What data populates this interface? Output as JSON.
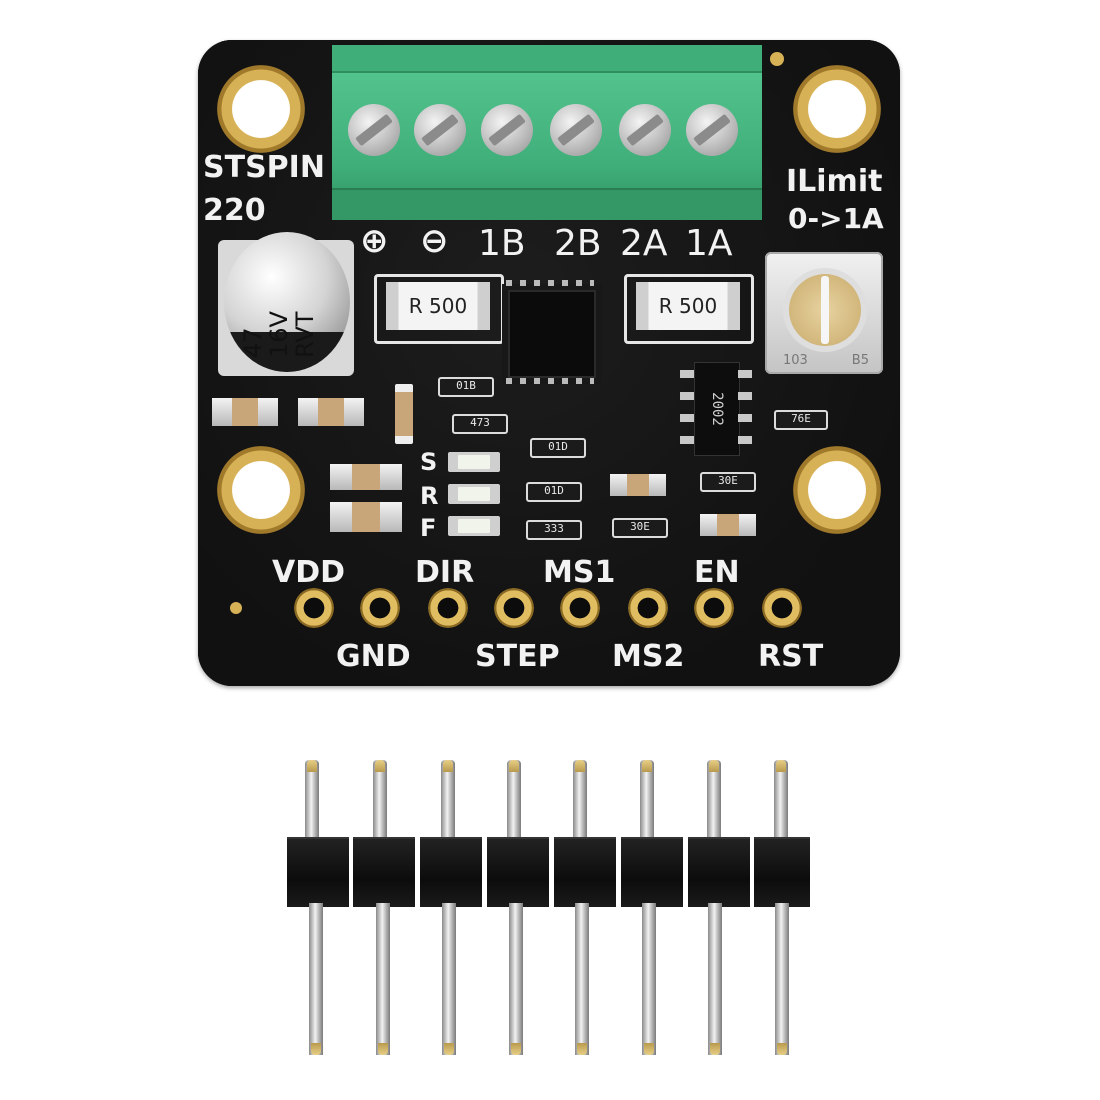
{
  "board": {
    "chip_name": "STSPIN",
    "chip_number": "220",
    "ilimit_title": "ILimit",
    "ilimit_range": "0->1A",
    "terminal_labels": [
      "⊕",
      "⊖",
      "1B",
      "2B",
      "2A",
      "1A"
    ],
    "cap_value": "47",
    "cap_voltage": "16V",
    "cap_series": "RVT",
    "sense_resistor_left": "R 500",
    "sense_resistor_right": "R 500",
    "smd_codes": [
      "01B",
      "473",
      "01D",
      "01D",
      "333",
      "30E",
      "30E",
      "76E",
      "2002",
      "103",
      "B5"
    ],
    "led_labels": [
      "S",
      "R",
      "F"
    ],
    "pin_labels_top": [
      "VDD",
      "DIR",
      "MS1",
      "EN"
    ],
    "pin_labels_bottom": [
      "GND",
      "STEP",
      "MS2",
      "RST"
    ]
  },
  "colors": {
    "pcb": "#141414",
    "terminal_block": "#4cc08a",
    "gold": "#d7b155",
    "silkscreen": "#f2f2f2"
  }
}
